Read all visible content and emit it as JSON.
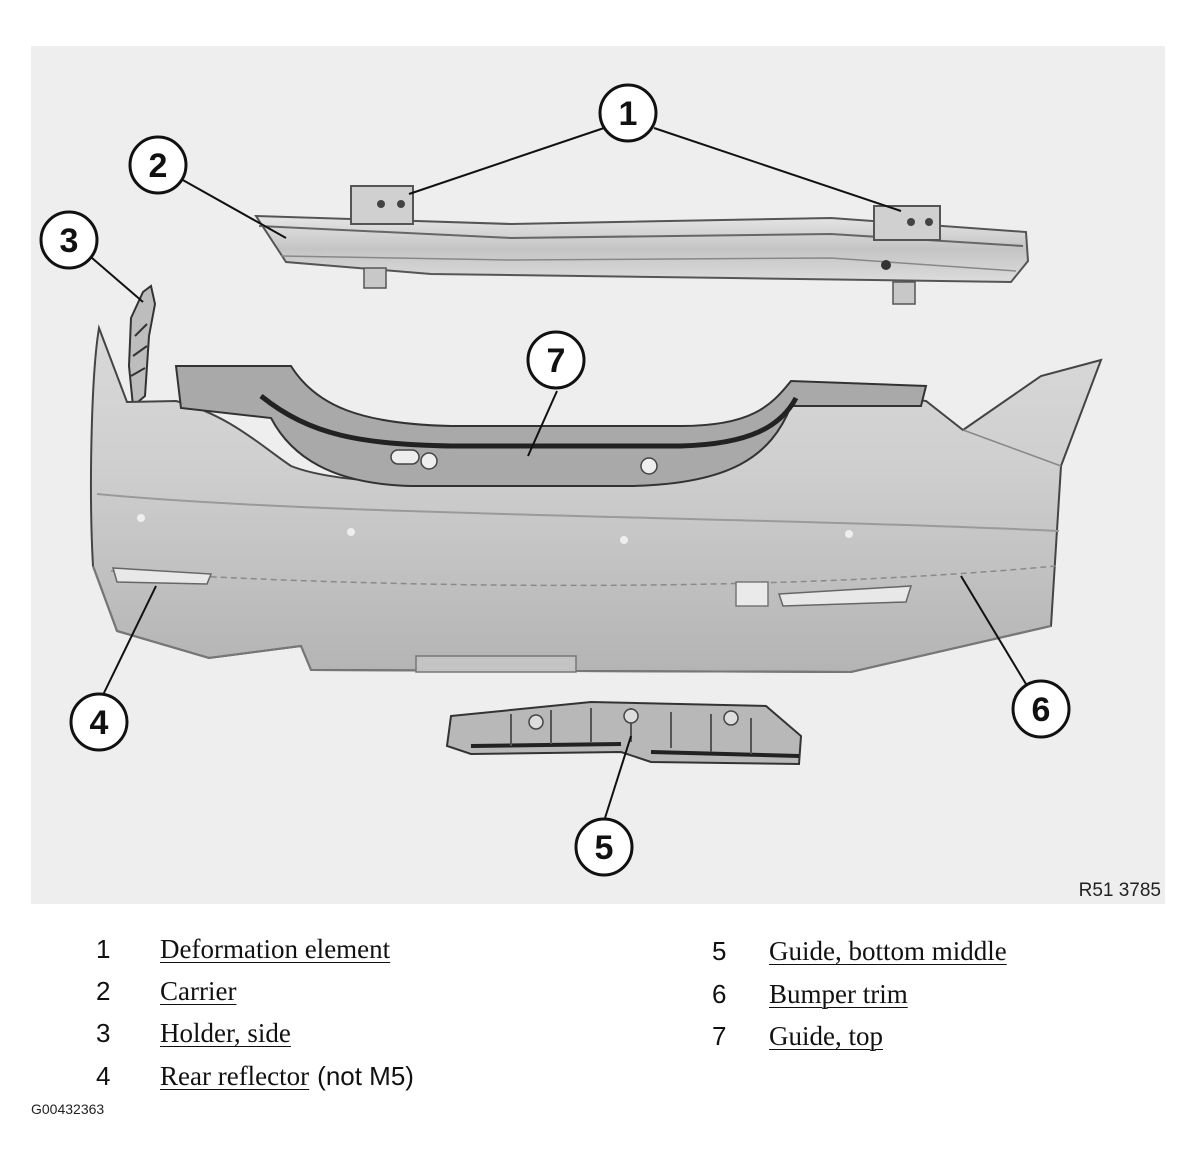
{
  "diagram": {
    "figure_code": "R51 3785",
    "callouts": [
      "1",
      "2",
      "3",
      "4",
      "5",
      "6",
      "7"
    ]
  },
  "legend": {
    "left": [
      {
        "num": "1",
        "label": "Deformation element",
        "note": ""
      },
      {
        "num": "2",
        "label": "Carrier",
        "note": ""
      },
      {
        "num": "3",
        "label": "Holder, side",
        "note": ""
      },
      {
        "num": "4",
        "label": "Rear reflector",
        "note": "(not M5)"
      }
    ],
    "right": [
      {
        "num": "5",
        "label": "Guide, bottom middle",
        "note": ""
      },
      {
        "num": "6",
        "label": "Bumper trim",
        "note": ""
      },
      {
        "num": "7",
        "label": "Guide, top",
        "note": ""
      }
    ]
  },
  "document_id": "G00432363"
}
